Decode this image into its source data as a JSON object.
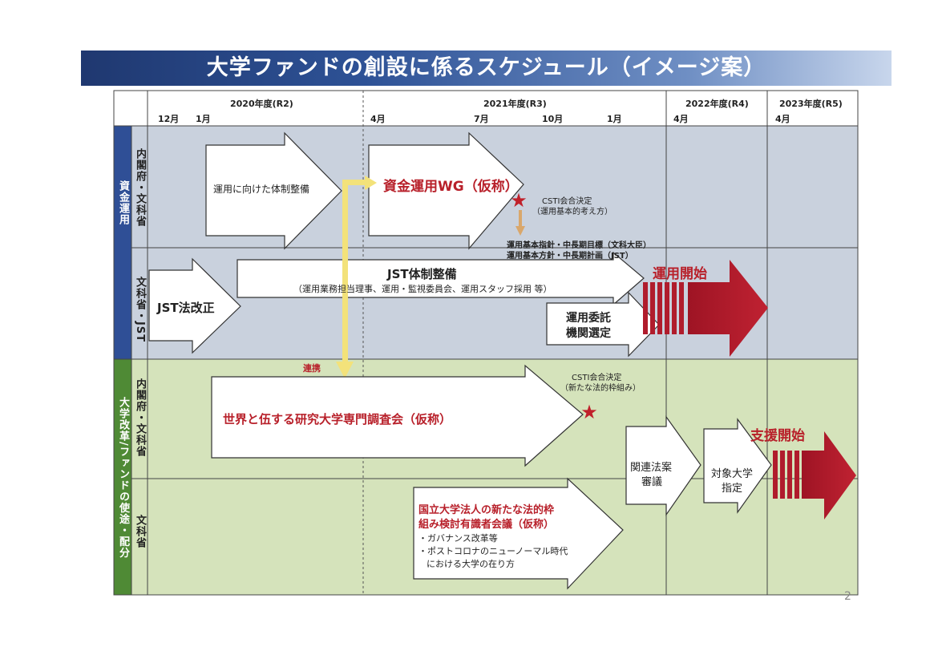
{
  "title": "大学ファンドの創設に係るスケジュール（イメージ案）",
  "timeline": {
    "fiscal_years": [
      "2020年度(R2)",
      "2021年度(R3)",
      "2022年度(R4)",
      "2023年度(R5)"
    ],
    "months": [
      "12月",
      "1月",
      "4月",
      "7月",
      "10月",
      "1月",
      "4月",
      "4月"
    ]
  },
  "sections": {
    "fund_management": "資金運用",
    "university_reform": "大学改革/ファンドの使途・配分"
  },
  "rows": {
    "r1": "内閣府・文科省",
    "r2": "文科省・JST",
    "r3": "内閣府・文科省",
    "r4": "文科省"
  },
  "items": {
    "system_prep": "運用に向けた体制整備",
    "wg": "資金運用WG（仮称）",
    "csti1_line1": "CSTI会合決定",
    "csti1_line2": "（運用基本的考え方）",
    "policy_line1": "運用基本指針・中長期目標（文科大臣）",
    "policy_line2": "運用基本方針・中長期計画（JST）",
    "jst_law": "JST法改正",
    "jst_system": "JST体制整備",
    "jst_system_sub": "（運用業務担当理事、運用・監視委員会、運用スタッフ採用 等）",
    "entrust_line1": "運用委託",
    "entrust_line2": "機関選定",
    "start_management": "運用開始",
    "cooperation": "連携",
    "csti2_line1": "CSTI会合決定",
    "csti2_line2": "（新たな法的枠組み）",
    "expert_panel": "世界と伍する研究大学専門調査会（仮称）",
    "national_line1": "国立大学法人の新たな法的枠",
    "national_line2": "組み検討有識者会議（仮称）",
    "bullet1": "・ガバナンス改革等",
    "bullet2": "・ポストコロナのニューノーマル時代",
    "bullet3": "における大学の在り方",
    "bill_line1": "関連法案",
    "bill_line2": "審議",
    "target_line1": "対象大学",
    "target_line2": "指定",
    "start_support": "支援開始"
  },
  "page_number": "2",
  "colors": {
    "title_dark": "#1f3870",
    "fund_bg": "#c9d1dd",
    "reform_bg": "#d5e3bb",
    "fund_side": "#2f4f96",
    "reform_side": "#4f8a35",
    "accent_red": "#b8202a",
    "link_yellow": "#f3e27a"
  }
}
